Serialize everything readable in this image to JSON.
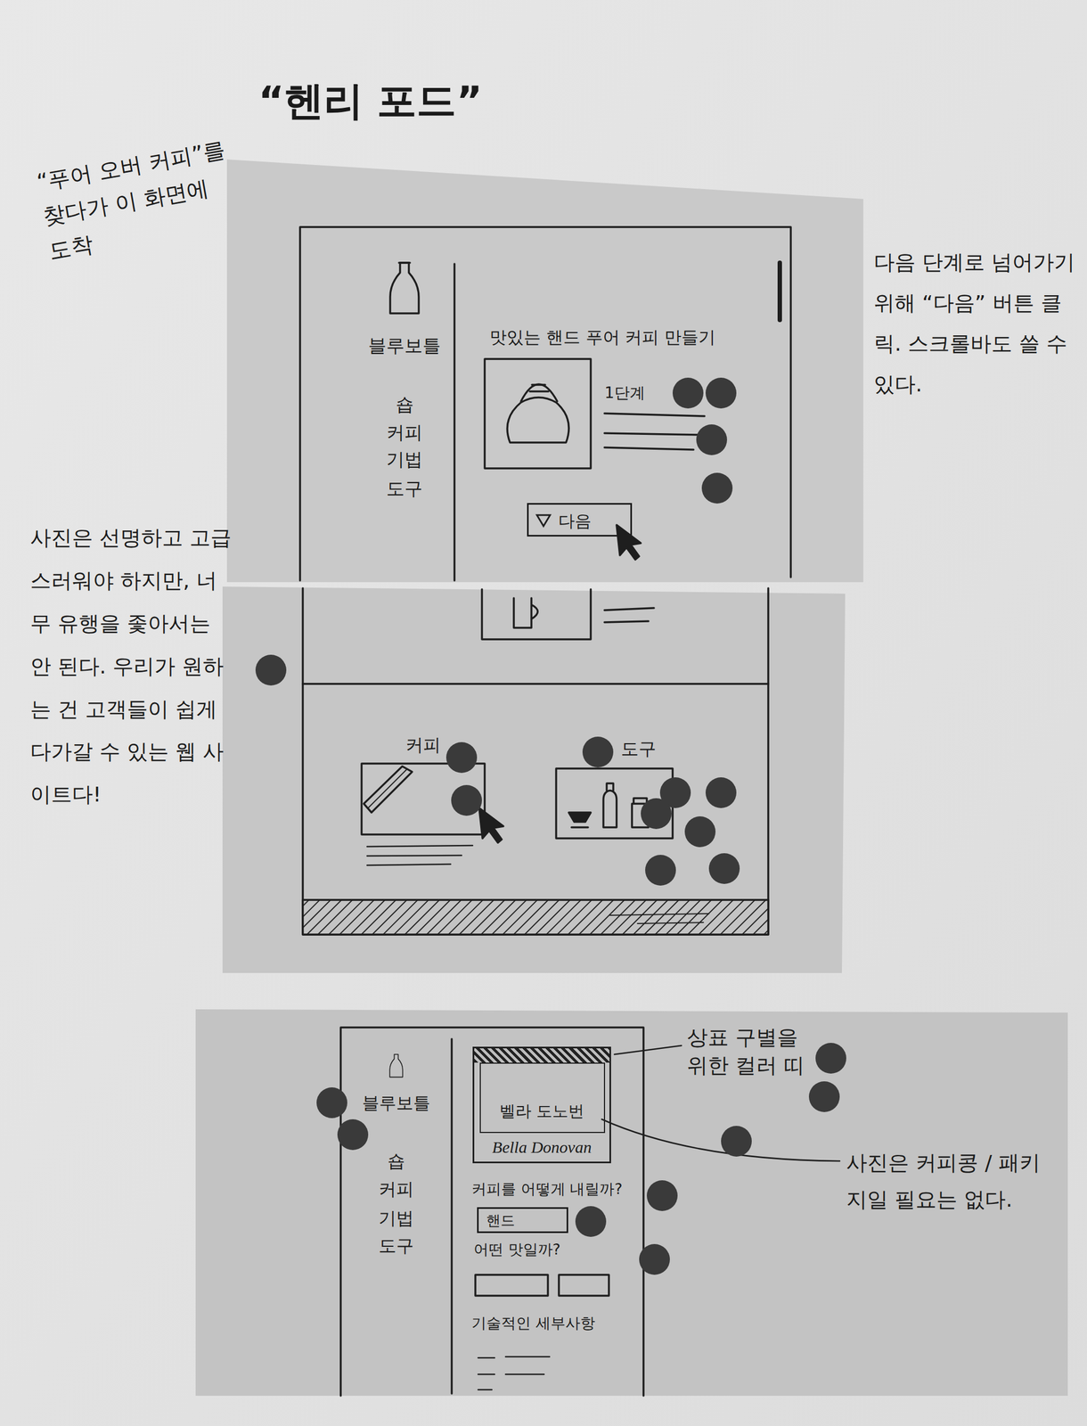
{
  "diagram": {
    "title": "“헨리 포드”",
    "nodes": [
      {
        "text": [
          "블루보틀",
          "숍",
          "커피",
          "기법",
          "도구",
          "맛있는 핸드 푸어 커피 만들기",
          "1단계"
        ]
      },
      {
        "text": [
          "다음"
        ],
        "in": 0
      },
      {
        "text": [
          "커피"
        ]
      },
      {
        "text": [
          "도구"
        ]
      },
      {
        "text": [
          "블루보틀",
          "숍",
          "커피",
          "기법",
          "도구",
          "커피를 어떻게 내릴까?",
          "어떤 맛일까?",
          "기술적인 세부사항"
        ]
      },
      {
        "text": [
          "벨라 도노번",
          "Bella Donovan"
        ],
        "in": 4
      },
      {
        "text": [
          "핸드"
        ],
        "in": 4
      }
    ],
    "labels": [
      "“푸어 오버 커피”를 찾다가 이 화면에 도착",
      "다음 단계로 넘어가기 위해 “다음” 버튼 클릭. 스크롤바도 쓸 수 있다.",
      "사진은 선명하고 고급스러워야 하지만, 너무 유행을 좇아서는 안 된다. 우리가 원하는 건 고객들이 쉽게 다가갈 수 있는 웹 사이트다!",
      "상표 구별을 위한 컬러 띠",
      "사진은 커피콩 / 패키지일 필요는 없다."
    ]
  }
}
